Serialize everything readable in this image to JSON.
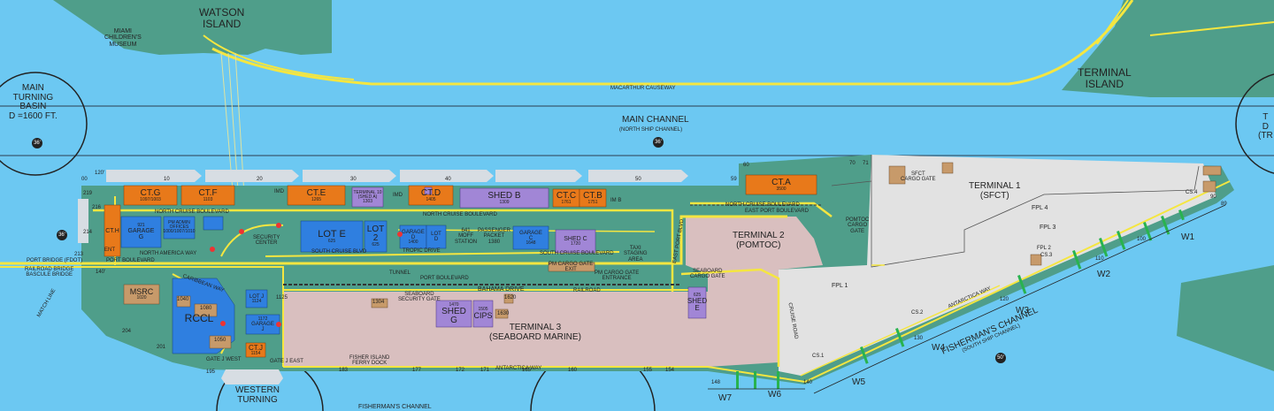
{
  "water_color": "#6cc8f2",
  "areas": {
    "watson_island": "WATSON\nISLAND",
    "terminal_island": "TERMINAL\nISLAND",
    "miami_childrens_museum": "MIAMI\nCHILDREN'S\nMUSEUM",
    "main_turning_basin": "MAIN\nTURNING\nBASIN\nD =1600 FT.",
    "main_channel": "MAIN CHANNEL",
    "main_channel_sub": "(NORTH SHIP CHANNEL)",
    "fishermans_channel": "FISHERMAN'S CHANNEL",
    "fishermans_channel_sub": "(SOUTH SHIP CHANNEL)",
    "fishermans_channel_bottom": "FISHERMAN'S CHANNEL",
    "western_turning": "WESTERN\nTURNING",
    "right_edge_partial": "T\nD\n(TR",
    "macarthur": "MACARTHUR CAUSEWAY",
    "match_line": "MATCH LINE"
  },
  "depths": {
    "basin": "36'",
    "main": "36'",
    "port_bridge": "36'",
    "fishermans": "50'"
  },
  "roads": {
    "port_bridge": "PORT BRIDGE (FDOT)",
    "railroad_bridge": "RAILROAD BRIDGE\nBASCULE BRIDGE",
    "port_blvd": "PORT BOULEVARD",
    "port_blvd_2": "PORT BOULEVARD",
    "north_cruise": "NORTH CRUISE BOULEVARD",
    "north_cruise_2": "NORTH CRUISE BOULEVARD",
    "north_cruise_3": "NORTH CRUISE BOULEVARD",
    "east_port": "EAST PORT BOULEVARD",
    "south_cruise": "SOUTH CRUISE BLVD",
    "south_cruise_2": "SOUTH CRUISE BOULEVARD",
    "bahama": "BAHAMA DRIVE",
    "antarctica": "ANTARCTICA WAY",
    "antarctica_2": "ANTARCTICA WAY",
    "caribbean": "CARIBBEAN WAY",
    "north_america": "NORTH AMERICA WAY",
    "tropic": "TROPIC DRIVE",
    "tunnel": "TUNNEL",
    "railroad": "RAILROAD",
    "cruise_road": "CRUISE ROAD",
    "east_port_v": "EAST PORT BLVD"
  },
  "cruise_terminals": [
    {
      "name": "CT.G",
      "num": "1097/1003"
    },
    {
      "name": "CT.F",
      "num": "1103"
    },
    {
      "name": "CT.E",
      "num": "1265"
    },
    {
      "name": "CT.D",
      "num": "1405"
    },
    {
      "name": "CT.C",
      "num": "1761"
    },
    {
      "name": "CT.B",
      "num": "1751"
    },
    {
      "name": "CT.A",
      "num": "3500"
    },
    {
      "name": "CT.H",
      "num": ""
    },
    {
      "name": "CT.J",
      "num": "1154"
    }
  ],
  "buildings": {
    "shed_b": {
      "name": "SHED B",
      "num": "1309"
    },
    "shed_c": {
      "name": "SHED C",
      "num": "1720"
    },
    "shed_e": {
      "name": "SHED\nE",
      "num": "625"
    },
    "shed_g": {
      "name": "SHED\nG",
      "num": "1470"
    },
    "cips": {
      "name": "CIPS",
      "num": "1505"
    },
    "garage_g": {
      "name": "GARAGE\nG",
      "num": "921"
    },
    "garage_d": {
      "name": "GARAGE\nD",
      "num": "1400"
    },
    "lot_d": {
      "name": "LOT\nD",
      "num": ""
    },
    "garage_c": {
      "name": "GARAGE\nC",
      "num": "1648"
    },
    "garage_j": {
      "name": "GARAGE\nJ",
      "num": "1172"
    },
    "lot_e": {
      "name": "LOT E",
      "num": "625"
    },
    "lot_2": {
      "name": "LOT\n2",
      "num": "625"
    },
    "lot_j": {
      "name": "LOT J",
      "num": "1124"
    },
    "rccl": {
      "name": "RCCL",
      "num": ""
    },
    "msrc": {
      "name": "MSRC",
      "num": "1020"
    },
    "pm_admin": {
      "name": "PM ADMIN\nOFFICES",
      "num": "1000/1007/1010"
    },
    "terminal_10": {
      "name": "TERMINAL 10\n(SHED A)",
      "num": "1303"
    },
    "b1040": "1040",
    "b1080": "1080",
    "b1050": "1050",
    "b1304": "1304",
    "b1630": "1630",
    "b1620": "1620",
    "b1125": "1125"
  },
  "terminals": {
    "t1": "TERMINAL 1\n(SFCT)",
    "t2": "TERMINAL 2\n(POMTOC)",
    "t3": "TERMINAL 3\n(SEABOARD MARINE)"
  },
  "gates": {
    "seaboard_cargo": "SEABOARD\nCARGO GATE",
    "seaboard_security": "SEABOARD\nSECURITY GATE",
    "pomtoc_cargo": "POMTOC\nCARGO\nGATE",
    "pm_cargo": "PM CARGO GATE\nEXIT",
    "pm_cargo_entrance": "PM CARGO GATE\nENTRANCE",
    "sfct_cargo": "SFCT\nCARGO GATE",
    "gate_j_west": "GATE J WEST",
    "gate_j_east": "GATE J EAST",
    "taxi": "TAXI\nSTAGING\nAREA",
    "fisher_island": "FISHER ISLAND\nFERRY DOCK",
    "security_center": "SECURITY\nCENTER",
    "moff_station": "641\nMOFF\nSTATION",
    "passenger_packet": "PASSENGER\nPACKET\n1380",
    "imd_1": "IMD",
    "imd_2": "IMD",
    "imb": "IM B",
    "ent": "ENT"
  },
  "fpl": [
    "FPL 1",
    "FPL 2",
    "FPL 3",
    "FPL 4"
  ],
  "cs": [
    "CS.1",
    "CS.2",
    "CS.3",
    "CS.4"
  ],
  "wharves": [
    "W1",
    "W2",
    "W3",
    "W4",
    "W5",
    "W6",
    "W7"
  ],
  "berth_numbers": {
    "north": [
      "00",
      "120'",
      "10",
      "20",
      "30",
      "40",
      "50",
      "59",
      "60",
      "70",
      "71"
    ],
    "south": [
      "195",
      "183",
      "177",
      "172",
      "171",
      "165",
      "160",
      "155",
      "154",
      "148",
      "140",
      "130",
      "120",
      "110",
      "100",
      "90",
      "89"
    ],
    "west": [
      "219",
      "216",
      "214",
      "213",
      "204",
      "201",
      "140'"
    ]
  }
}
